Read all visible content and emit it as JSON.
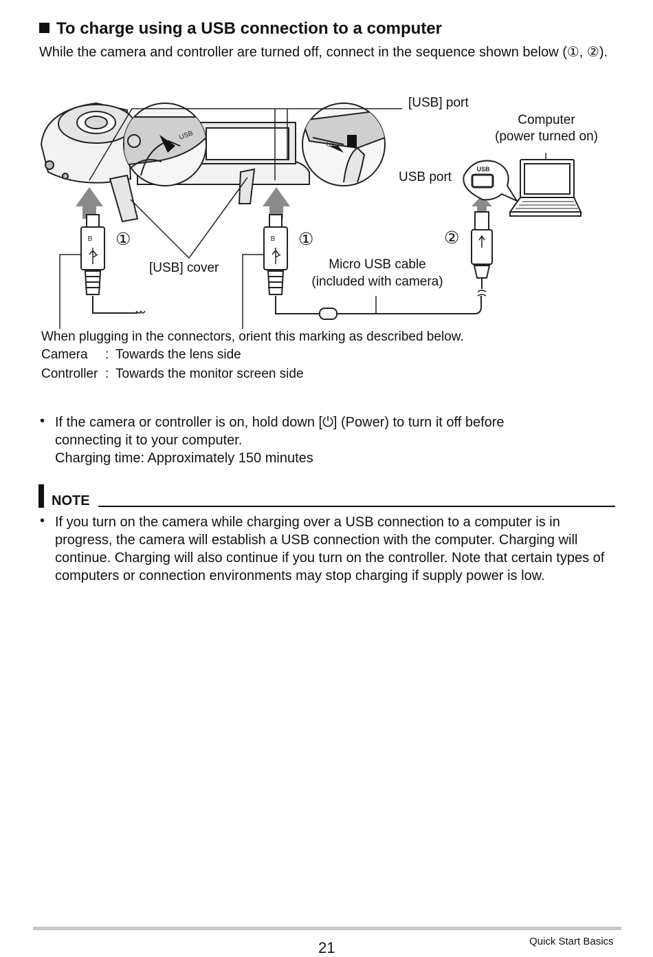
{
  "heading": "To charge using a USB connection to a computer",
  "intro": "While the camera and controller are turned off, connect in the sequence shown below (①, ②).",
  "diagram": {
    "usb_port_label": "[USB] port",
    "computer_label_line1": "Computer",
    "computer_label_line2": "(power turned on)",
    "usb_port2_label": "USB port",
    "usb_badge": "USB",
    "usb_cover_label": "[USB] cover",
    "cable_label_line1": "Micro USB cable",
    "cable_label_line2": "(included with camera)",
    "step1": "①",
    "step2": "②",
    "connector_mark": "B",
    "usb_engrave": "USB"
  },
  "orientation": {
    "note": "When plugging in the connectors, orient this marking as described below.",
    "camera_key": "Camera",
    "camera_sep": ":",
    "camera_value": "Towards the lens side",
    "controller_key": "Controller",
    "controller_sep": ":",
    "controller_value": "Towards the monitor screen side"
  },
  "bullets": [
    {
      "symbol": "•",
      "line1": "If the camera or controller is on, hold down [⏻] (Power) to turn it off before",
      "line2": "connecting it to your computer.",
      "line3": "Charging time: Approximately 150 minutes"
    }
  ],
  "note": {
    "title": "NOTE",
    "symbol": "•",
    "text": "If you turn on the camera while charging over a USB connection to a computer is in progress, the camera will establish a USB connection with the computer. Charging will continue. Charging will also continue if you turn on the controller. Note that certain types of computers or connection environments may stop charging if supply power is low."
  },
  "footer": {
    "page_number": "21",
    "section": "Quick Start Basics"
  }
}
